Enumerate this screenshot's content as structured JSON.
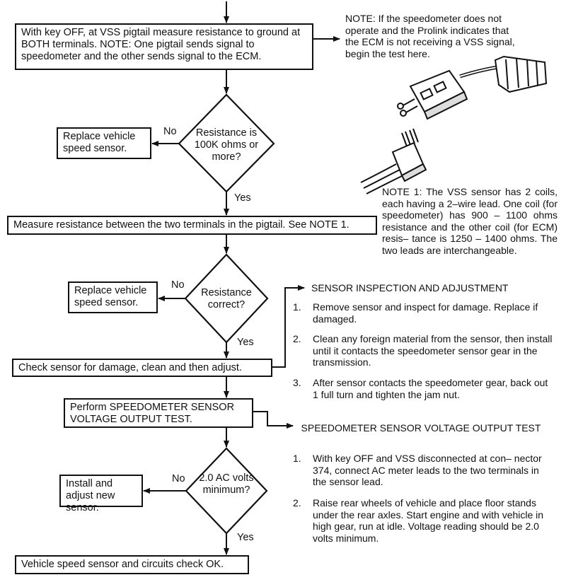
{
  "flow": {
    "box1": "With key OFF, at VSS pigtail measure resistance to ground at BOTH terminals. NOTE: One pigtail sends signal to speedometer and the other sends signal to the ECM.",
    "decision1": "Resistance is 100K ohms or more?",
    "no1_box": "Replace vehicle speed sensor.",
    "box2": "Measure resistance between the two terminals in the pigtail. See NOTE 1.",
    "decision2": "Resistance correct?",
    "no2_box": "Replace vehicle speed sensor.",
    "box3": "Check sensor for damage, clean and then adjust.",
    "box4": "Perform SPEEDOMETER SENSOR VOLTAGE OUTPUT TEST.",
    "decision3": "2.0 AC volts minimum?",
    "no3_box": "Install and adjust new sensor.",
    "box5": "Vehicle speed sensor and circuits check OK.",
    "no_label": "No",
    "yes_label": "Yes"
  },
  "notes": {
    "top_note": "NOTE: If the speedometer does not operate and the Prolink indicates that the ECM is not receiving a VSS signal, begin the test here.",
    "note1": "NOTE 1: The VSS sensor has 2 coils, each having a 2–wire lead. One coil (for speedometer) has 900 – 1100 ohms resistance and the other coil (for ECM) resis– tance is 1250 – 1400 ohms. The two leads are interchangeable."
  },
  "inspection": {
    "title": "SENSOR INSPECTION AND ADJUSTMENT",
    "steps": [
      {
        "num": "1.",
        "text": "Remove sensor and inspect for damage. Replace if damaged."
      },
      {
        "num": "2.",
        "text": "Clean any foreign material from the sensor, then install until it contacts the speedometer sensor gear in the transmission."
      },
      {
        "num": "3.",
        "text": "After sensor contacts the speedometer gear, back out 1 full turn and tighten the jam nut."
      }
    ]
  },
  "voltage_test": {
    "title": "SPEEDOMETER SENSOR VOLTAGE OUTPUT TEST",
    "steps": [
      {
        "num": "1.",
        "text": "With key OFF and VSS disconnected at con– nector 374, connect AC meter leads to the two terminals in the sensor lead."
      },
      {
        "num": "2.",
        "text": "Raise rear wheels of vehicle and place floor stands under the rear axles. Start engine and with vehicle in high gear, run at idle. Voltage reading should be 2.0 volts minimum."
      }
    ]
  }
}
